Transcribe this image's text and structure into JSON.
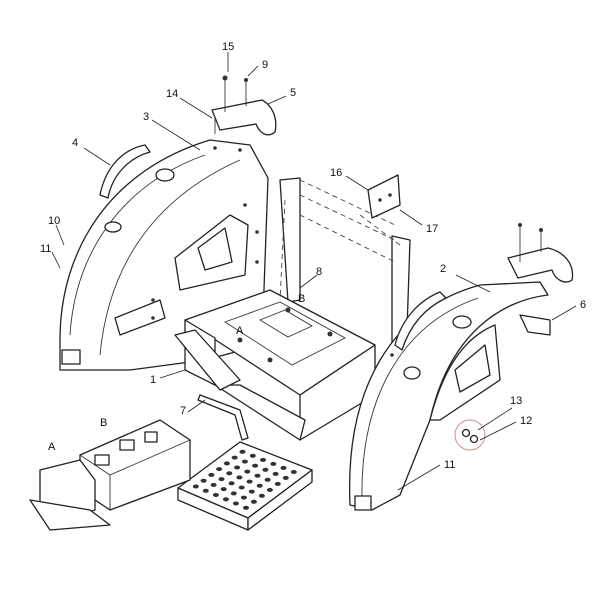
{
  "callouts": [
    {
      "id": "c15",
      "text": "15"
    },
    {
      "id": "c9",
      "text": "9"
    },
    {
      "id": "c14",
      "text": "14"
    },
    {
      "id": "c5",
      "text": "5"
    },
    {
      "id": "c3",
      "text": "3"
    },
    {
      "id": "c4",
      "text": "4"
    },
    {
      "id": "c16",
      "text": "16"
    },
    {
      "id": "c17",
      "text": "17"
    },
    {
      "id": "c10",
      "text": "10"
    },
    {
      "id": "c11a",
      "text": "11"
    },
    {
      "id": "c8",
      "text": "8"
    },
    {
      "id": "cB1",
      "text": "B"
    },
    {
      "id": "cA1",
      "text": "A"
    },
    {
      "id": "c2",
      "text": "2"
    },
    {
      "id": "c6",
      "text": "6"
    },
    {
      "id": "c1",
      "text": "1"
    },
    {
      "id": "c7",
      "text": "7"
    },
    {
      "id": "c13",
      "text": "13"
    },
    {
      "id": "c12",
      "text": "12"
    },
    {
      "id": "c11b",
      "text": "11"
    },
    {
      "id": "cB2",
      "text": "B"
    },
    {
      "id": "cA2",
      "text": "A"
    }
  ],
  "colors": {
    "line": "#222222",
    "highlight_circle": "#d48a8a",
    "background": "#ffffff"
  }
}
